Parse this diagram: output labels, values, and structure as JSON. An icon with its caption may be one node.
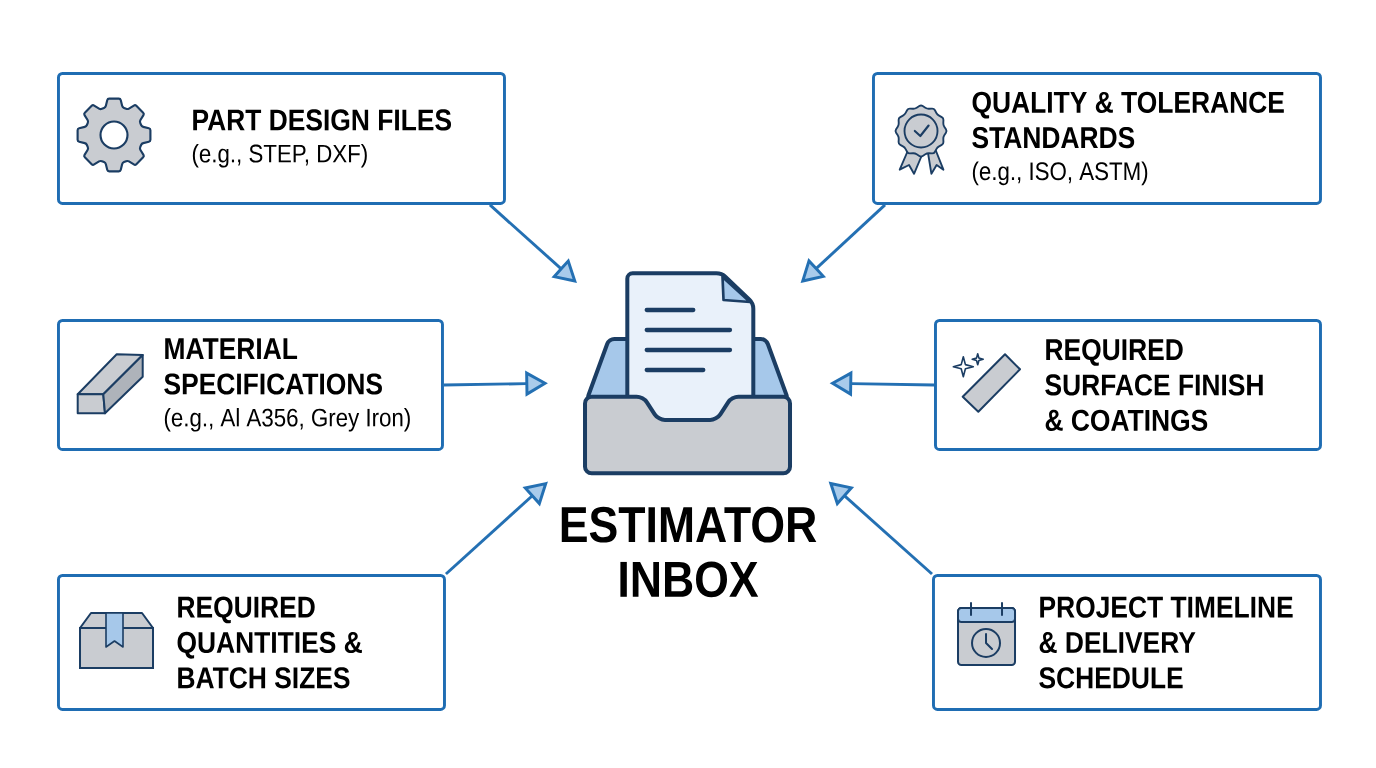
{
  "diagram": {
    "nodes": [
      {
        "text": [
          "PART DESIGN FILES",
          "(e.g., STEP, DXF)"
        ]
      },
      {
        "text": [
          "QUALITY & TOLERANCE STANDARDS",
          "(e.g., ISO, ASTM)"
        ]
      },
      {
        "text": [
          "MATERIAL SPECIFICATIONS",
          "(e.g., Al A356, Grey Iron)"
        ]
      },
      {
        "text": [
          "REQUIRED SURFACE FINISH & COATINGS"
        ]
      },
      {
        "text": [
          "REQUIRED QUANTITIES & BATCH SIZES"
        ]
      },
      {
        "text": [
          "PROJECT TIMELINE & DELIVERY SCHEDULE"
        ]
      },
      {
        "text": [],
        "shape": "picture",
        "beside": [
          "ESTIMATOR INBOX"
        ]
      }
    ],
    "edges": [
      {
        "from": 0,
        "to": 6,
        "arrow": "to"
      },
      {
        "from": 1,
        "to": 6,
        "arrow": "to"
      },
      {
        "from": 2,
        "to": 6,
        "arrow": "to"
      },
      {
        "from": 3,
        "to": 6,
        "arrow": "to"
      },
      {
        "from": 4,
        "to": 6,
        "arrow": "to"
      },
      {
        "from": 5,
        "to": 6,
        "arrow": "to"
      }
    ]
  }
}
